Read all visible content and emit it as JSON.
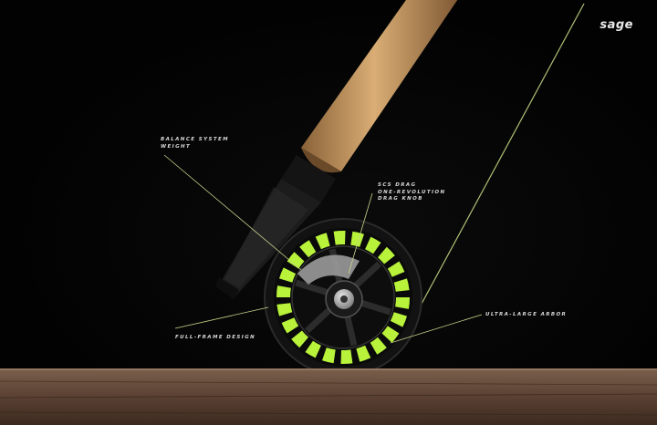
{
  "brand": {
    "logo_text": "sage"
  },
  "callouts": {
    "balance": {
      "line1": "BALANCE SYSTEM",
      "line2": "WEIGHT"
    },
    "drag": {
      "line1": "SCS DRAG",
      "line2": "ONE-REVOLUTION",
      "line3": "DRAG KNOB"
    },
    "arbor": {
      "line1": "ULTRA-LARGE ARBOR"
    },
    "frame": {
      "line1": "FULL-FRAME DESIGN"
    }
  },
  "colors": {
    "background": "#020202",
    "fly_line": "#b8f23a",
    "cork": "#c79a63",
    "wood": "#6a5040",
    "callout_line": "#c9d68a"
  }
}
